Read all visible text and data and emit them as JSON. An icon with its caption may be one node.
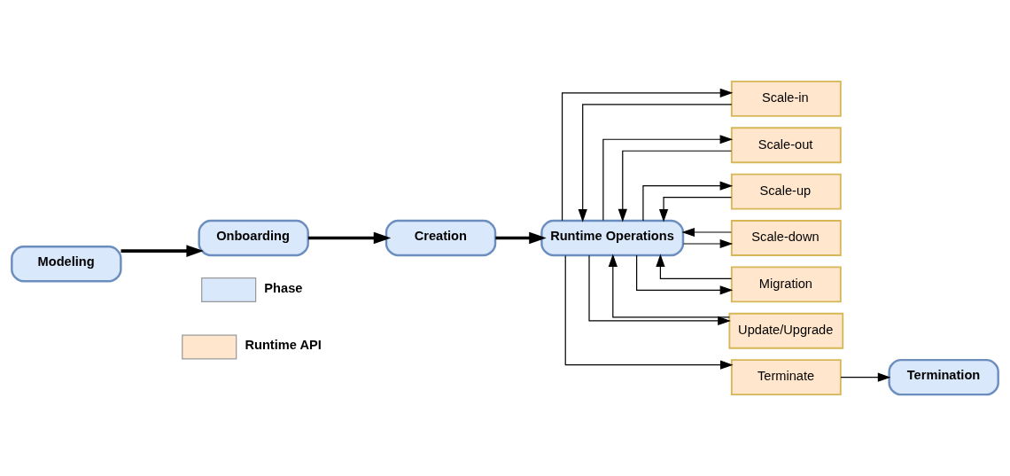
{
  "diagram": {
    "nodes": [
      {
        "text": [
          "Modeling"
        ]
      },
      {
        "text": [
          "Onboarding"
        ]
      },
      {
        "text": [
          "Creation"
        ]
      },
      {
        "text": [
          "Runtime Operations"
        ]
      },
      {
        "text": [
          "Scale-in"
        ]
      },
      {
        "text": [
          "Scale-out"
        ]
      },
      {
        "text": [
          "Scale-up"
        ]
      },
      {
        "text": [
          "Scale-down"
        ]
      },
      {
        "text": [
          "Migration"
        ]
      },
      {
        "text": [
          "Update/Upgrade"
        ]
      },
      {
        "text": [
          "Terminate"
        ]
      },
      {
        "text": [
          "Termination"
        ]
      }
    ],
    "edges": [
      {
        "from": 0,
        "to": 1,
        "arrow": "to",
        "style": "thick"
      },
      {
        "from": 1,
        "to": 2,
        "arrow": "to",
        "style": "thick"
      },
      {
        "from": 2,
        "to": 3,
        "arrow": "to",
        "style": "thick"
      },
      {
        "from": 3,
        "to": 4,
        "arrow": "to"
      },
      {
        "from": 3,
        "to": 5,
        "arrow": "to"
      },
      {
        "from": 3,
        "to": 6,
        "arrow": "to"
      },
      {
        "from": 3,
        "to": 7,
        "arrow": "to"
      },
      {
        "from": 3,
        "to": 8,
        "arrow": "to"
      },
      {
        "from": 3,
        "to": 9,
        "arrow": "to"
      },
      {
        "from": 4,
        "to": 3,
        "arrow": "to"
      },
      {
        "from": 5,
        "to": 3,
        "arrow": "to"
      },
      {
        "from": 6,
        "to": 3,
        "arrow": "to"
      },
      {
        "from": 7,
        "to": 3,
        "arrow": "to"
      },
      {
        "from": 8,
        "to": 3,
        "arrow": "to"
      },
      {
        "from": 9,
        "to": 3,
        "arrow": "to"
      },
      {
        "from": 3,
        "to": 10,
        "arrow": "to"
      },
      {
        "from": 10,
        "to": 11,
        "arrow": "to"
      }
    ],
    "legend": [
      {
        "text": "Phase",
        "color": "#dae8fc"
      },
      {
        "text": "Runtime API",
        "color": "#ffe6cc"
      }
    ]
  }
}
